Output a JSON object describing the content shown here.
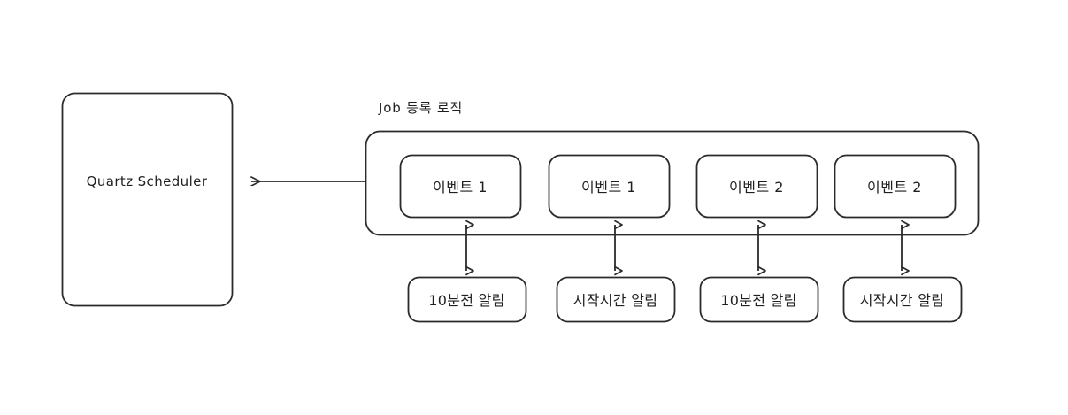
{
  "diagram": {
    "type": "flow-diagram",
    "background_color": "#ffffff",
    "stroke_color": "#2b2b2b",
    "text_color": "#1f1f1f",
    "scheduler": {
      "label": "Quartz Scheduler"
    },
    "group": {
      "title": "Job 등록 로직"
    },
    "events": [
      {
        "label": "이벤트 1"
      },
      {
        "label": "이벤트 1"
      },
      {
        "label": "이벤트 2"
      },
      {
        "label": "이벤트 2"
      }
    ],
    "notifications": [
      {
        "label": "10분전 알림"
      },
      {
        "label": "시작시간 알림"
      },
      {
        "label": "10분전 알림"
      },
      {
        "label": "시작시간 알림"
      }
    ],
    "connections": [
      {
        "from": "Job 등록 로직",
        "to": "Quartz Scheduler",
        "direction": "single"
      },
      {
        "from": "이벤트 1",
        "to": "10분전 알림",
        "direction": "double"
      },
      {
        "from": "이벤트 1",
        "to": "시작시간 알림",
        "direction": "double"
      },
      {
        "from": "이벤트 2",
        "to": "10분전 알림",
        "direction": "double"
      },
      {
        "from": "이벤트 2",
        "to": "시작시간 알림",
        "direction": "double"
      }
    ]
  }
}
